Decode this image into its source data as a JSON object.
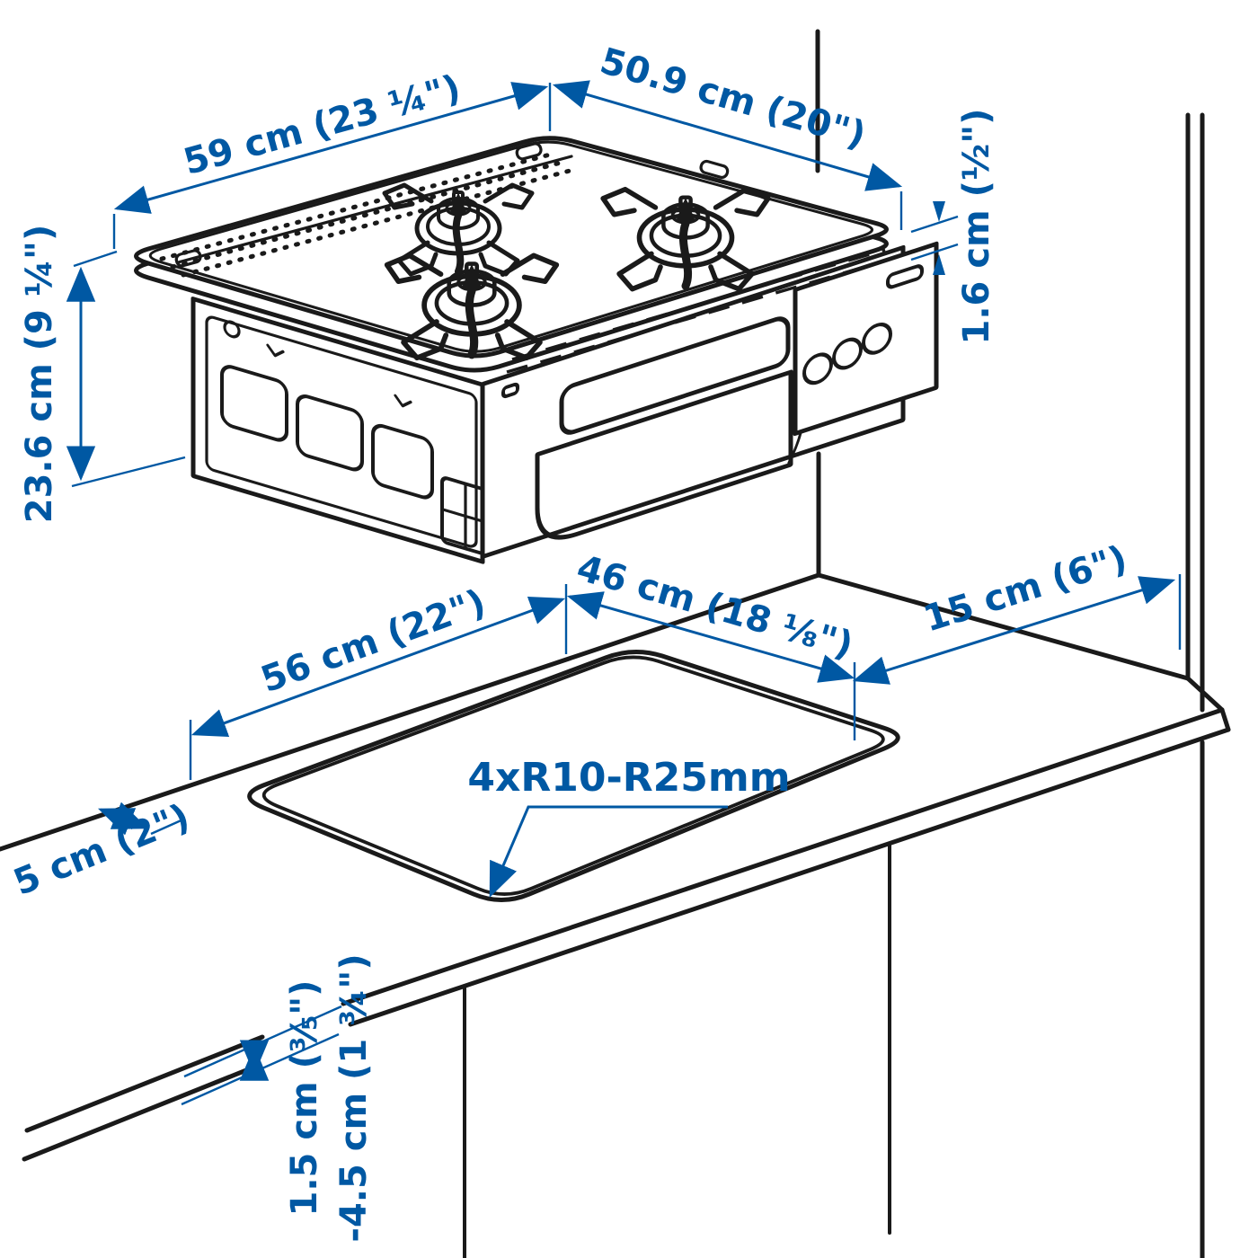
{
  "title": "Built-in gas hob installation dimensions diagram",
  "colors": {
    "dimension_blue": "#0058a3",
    "line_black": "#1a1a1a",
    "background": "#ffffff"
  },
  "hob": {
    "width_label": "59 cm (23 ¼\")",
    "depth_label": "50.9 cm (20\")",
    "thickness_label": "1.6 cm (½\")",
    "height_label": "23.6 cm (9 ¼\")"
  },
  "countertop": {
    "cutout_width_label": "56 cm (22\")",
    "cutout_depth_label": "46 cm (18 ⅛\")",
    "right_clearance_label": "15 cm (6\")",
    "back_clearance_label": "5 cm (2\")",
    "corner_radius_label": "4xR10-R25mm",
    "overhang_min_label": "1.5 cm (⅗\")",
    "overhang_max_label": "-4.5 cm (1 ¾\")"
  }
}
